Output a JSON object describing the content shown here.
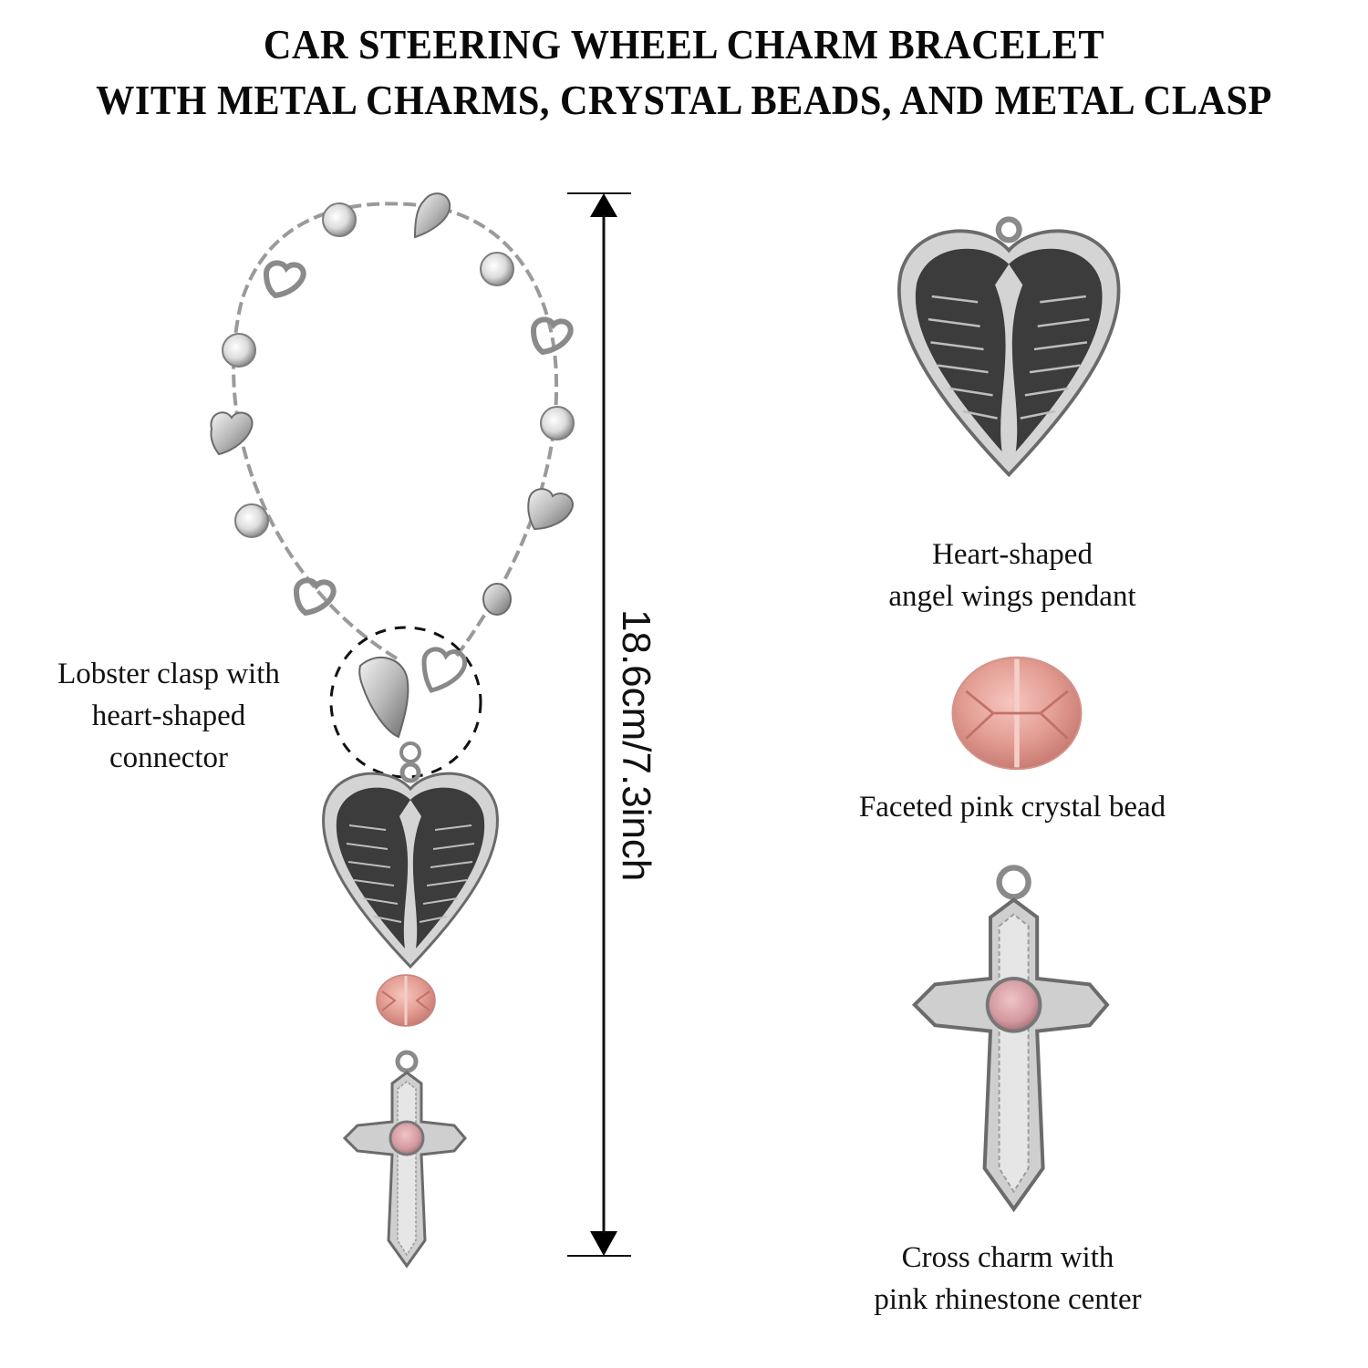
{
  "title": {
    "line1": "CAR STEERING WHEEL CHARM BRACELET",
    "line2": "WITH METAL CHARMS, CRYSTAL BEADS, AND METAL CLASP"
  },
  "dimension": {
    "label": "18.6cm/7.3inch"
  },
  "callouts": {
    "clasp": {
      "line1": "Lobster clasp with",
      "line2": "heart-shaped",
      "line3": "connector"
    },
    "pendant": {
      "line1": "Heart-shaped",
      "line2": "angel wings pendant"
    },
    "bead": {
      "line1": "Faceted pink crystal bead"
    },
    "cross": {
      "line1": "Cross charm with",
      "line2": "pink rhinestone center"
    }
  },
  "colors": {
    "silver": "#c9c9c9",
    "silver_dark": "#6e6e6e",
    "oxidized": "#3a3a3a",
    "pink_crystal": "#e7a39a",
    "pink_rhinestone": "#d9a0a4"
  }
}
